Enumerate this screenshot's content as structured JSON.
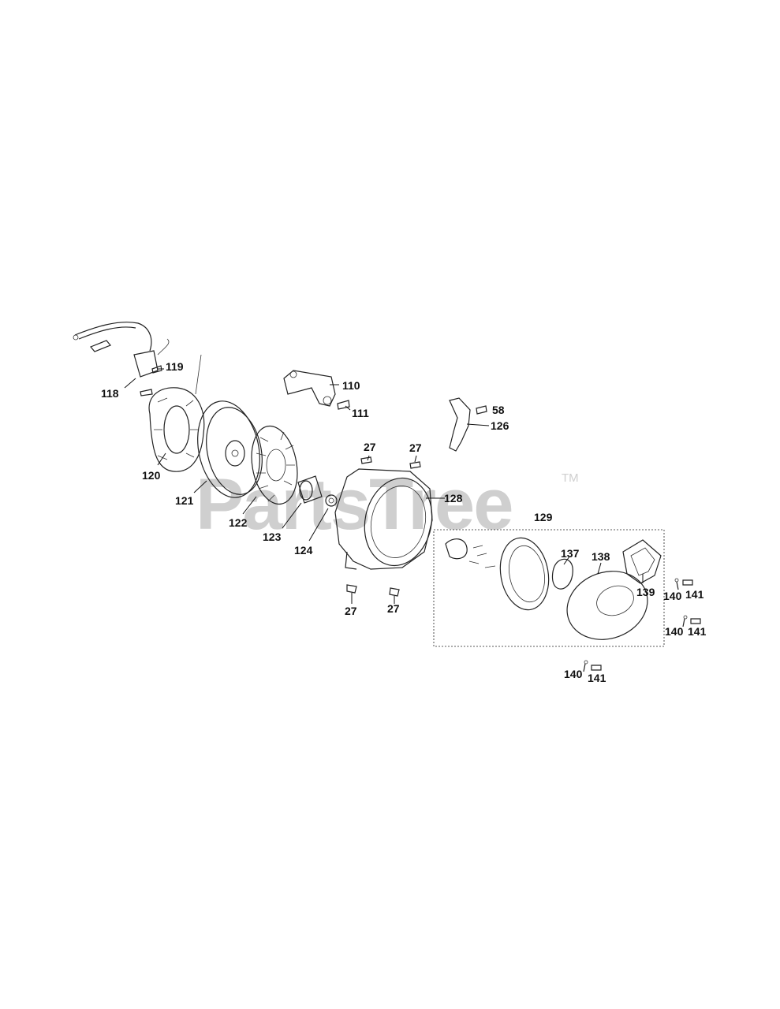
{
  "watermark": {
    "text": "PartsTree",
    "trademark": "TM"
  },
  "labels": {
    "p110": "110",
    "p111": "111",
    "p118": "118",
    "p119": "119",
    "p120": "120",
    "p121": "121",
    "p122": "122",
    "p123": "123",
    "p124": "124",
    "p126": "126",
    "p128": "128",
    "p129": "129",
    "p137": "137",
    "p138": "138",
    "p139": "139",
    "p58": "58",
    "p27": "27",
    "p140": "140",
    "p141": "141"
  }
}
